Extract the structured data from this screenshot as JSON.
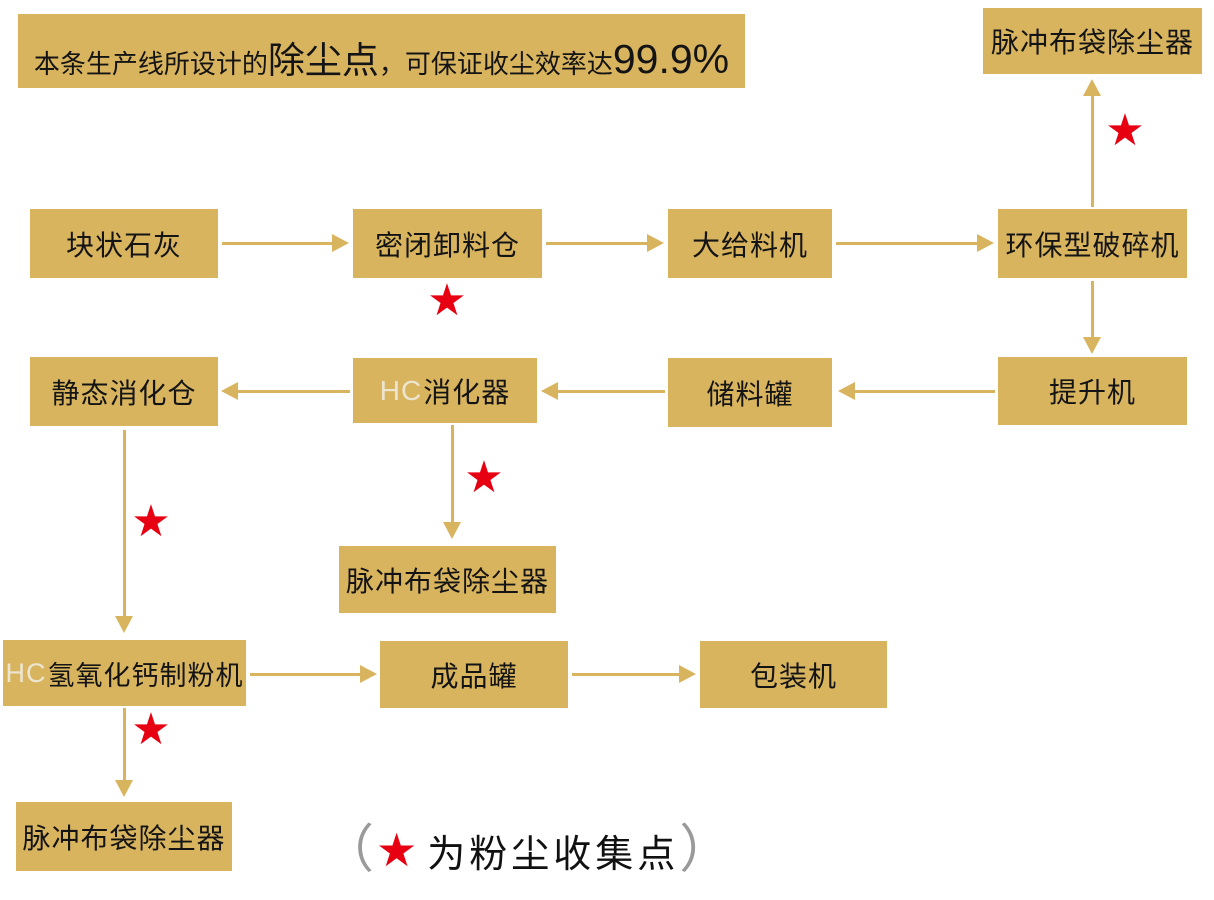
{
  "banner": {
    "part1": "本条生产线所设计的",
    "part2": "除尘点",
    "part3": "，可保证收尘效率达",
    "part4": "99.9%"
  },
  "nodes": {
    "dc_top": {
      "label": "脉冲布袋除尘器"
    },
    "lump_lime": {
      "label": "块状石灰"
    },
    "sealed_bin": {
      "label": "密闭卸料仓"
    },
    "feeder": {
      "label": "大给料机"
    },
    "crusher": {
      "label": "环保型破碎机"
    },
    "static_silo": {
      "label": "静态消化仓"
    },
    "hc_digester": {
      "prefix": "HC",
      "label": "消化器"
    },
    "storage_tank": {
      "label": "储料罐"
    },
    "elevator": {
      "label": "提升机"
    },
    "dc_mid": {
      "label": "脉冲布袋除尘器"
    },
    "hc_mill": {
      "prefix": "HC",
      "label": "氢氧化钙制粉机"
    },
    "product_tank": {
      "label": "成品罐"
    },
    "packer": {
      "label": "包装机"
    },
    "dc_bottom": {
      "label": "脉冲布袋除尘器"
    }
  },
  "star_glyph": "★",
  "legend": {
    "open": "（",
    "star": "★",
    "text": "为粉尘收集点",
    "close": "）"
  },
  "colors": {
    "box_gold": "#d9b45f",
    "star_red": "#e60012",
    "hc_light": "#ece5d0",
    "text_black": "#141414"
  }
}
